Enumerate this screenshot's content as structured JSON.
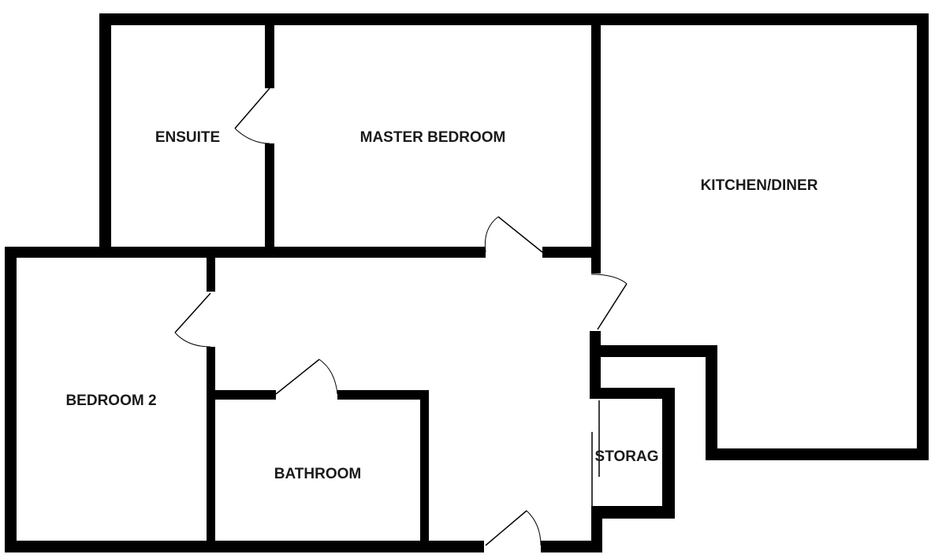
{
  "colors": {
    "wall": "#000000",
    "background": "#ffffff",
    "label": "#1a1a1a"
  },
  "rooms": {
    "ensuite": "ENSUITE",
    "master_bedroom": "MASTER BEDROOM",
    "kitchen_diner": "KITCHEN/DINER",
    "bedroom_2": "BEDROOM 2",
    "bathroom": "BATHROOM",
    "storage": "STORAG"
  }
}
